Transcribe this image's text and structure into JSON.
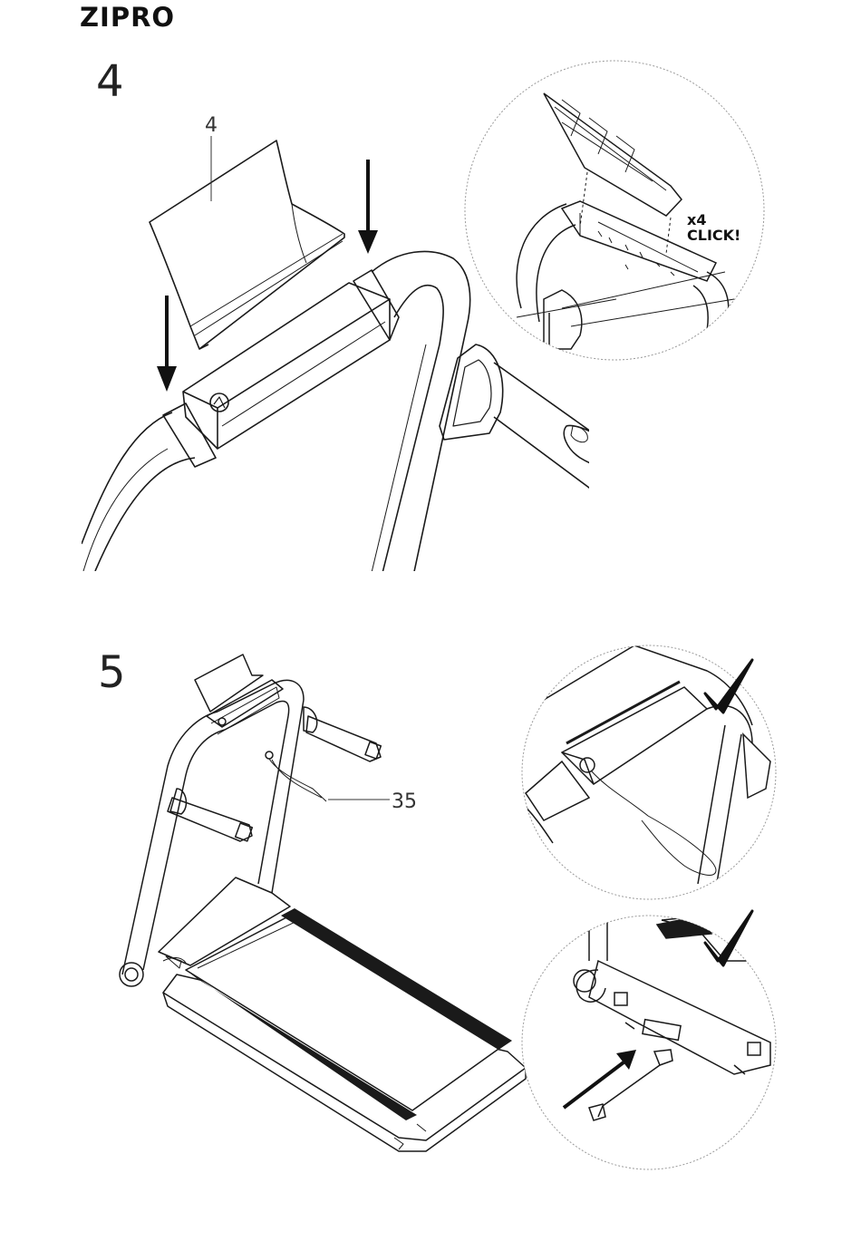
{
  "brand": {
    "logo_text": "ZIPRO"
  },
  "steps": [
    {
      "number": "4",
      "part_label": "4",
      "callout": {
        "count": "x4",
        "text": "CLICK!"
      }
    },
    {
      "number": "5",
      "part_label": "35"
    }
  ],
  "colors": {
    "line": "#1a1a1a",
    "circle_border": "#9a9a9a",
    "belt": "#1a1a1a",
    "background": "#ffffff"
  },
  "icons": [
    "down-arrow-icon",
    "checkmark-icon",
    "diagonal-arrow-icon",
    "safety-key-icon",
    "power-plug-icon"
  ]
}
